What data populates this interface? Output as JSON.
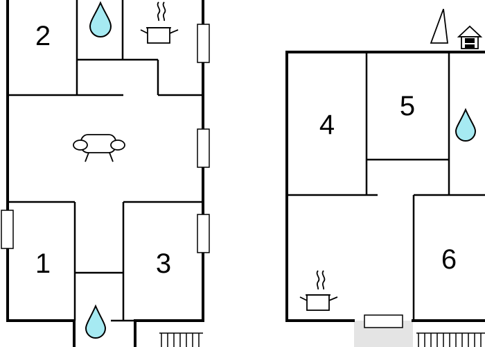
{
  "rooms": [
    {
      "id": "room-1",
      "label": "1"
    },
    {
      "id": "room-2",
      "label": "2"
    },
    {
      "id": "room-3",
      "label": "3"
    },
    {
      "id": "room-4",
      "label": "4"
    },
    {
      "id": "room-5",
      "label": "5"
    },
    {
      "id": "room-6",
      "label": "6"
    }
  ],
  "icons": {
    "bathroom": "water-drop-icon",
    "kitchen": "cooking-pot-icon",
    "living": "sofa-icon",
    "orientation": "north-arrow-icon",
    "building": "house-icon"
  },
  "colors": {
    "wall": "#000000",
    "water_drop": "#a6eaf2",
    "entrance_floor": "#e4e4e4",
    "background": "#ffffff"
  }
}
